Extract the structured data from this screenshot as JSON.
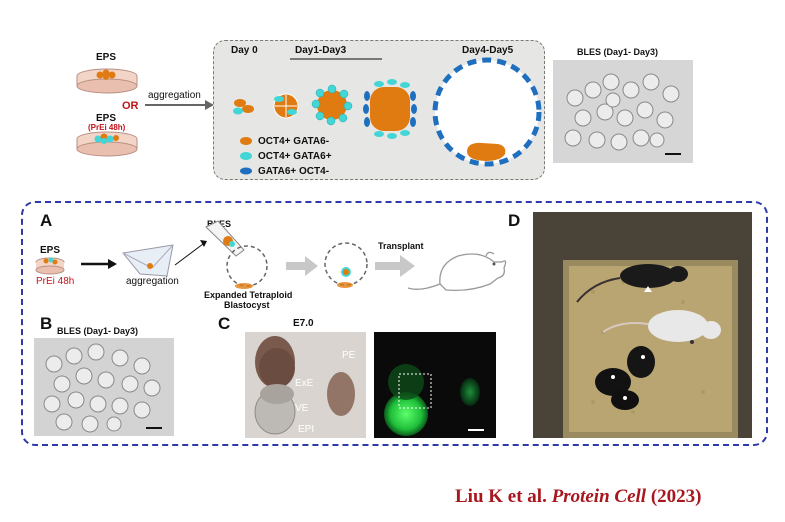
{
  "top": {
    "eps_label_1": "EPS",
    "or_label": "OR",
    "eps_label_2": "EPS",
    "prei_label": "(PrEi 48h)",
    "aggregation_label": "aggregation",
    "day0_label": "Day 0",
    "day13_label": "Day1-Day3",
    "day45_label": "Day4-Day5",
    "legend": [
      {
        "label": "OCT4+ GATA6-",
        "color": "#e07b12"
      },
      {
        "label": "OCT4+ GATA6+",
        "color": "#43d6d6"
      },
      {
        "label": "GATA6+ OCT4-",
        "color": "#1f6fbf"
      }
    ],
    "bles_title": "BLES (Day1- Day3)"
  },
  "panelA": {
    "letter": "A",
    "eps_label": "EPS",
    "prei_label": "PrEi 48h",
    "aggregation_label": "aggregation",
    "bles_label": "BLES",
    "blastocyst_label_1": "Expanded Tetraploid",
    "blastocyst_label_2": "Blastocyst",
    "transplant_label": "Transplant"
  },
  "panelB": {
    "letter": "B",
    "title": "BLES (Day1- Day3)"
  },
  "panelC": {
    "letter": "C",
    "stage_label": "E7.0",
    "labels": {
      "exe": "ExE",
      "ve": "VE",
      "epi": "EPI",
      "pe": "PE"
    }
  },
  "panelD": {
    "letter": "D"
  },
  "citation": {
    "authors": "Liu K et al.",
    "journal": "Protein Cell",
    "year": "(2023)"
  }
}
